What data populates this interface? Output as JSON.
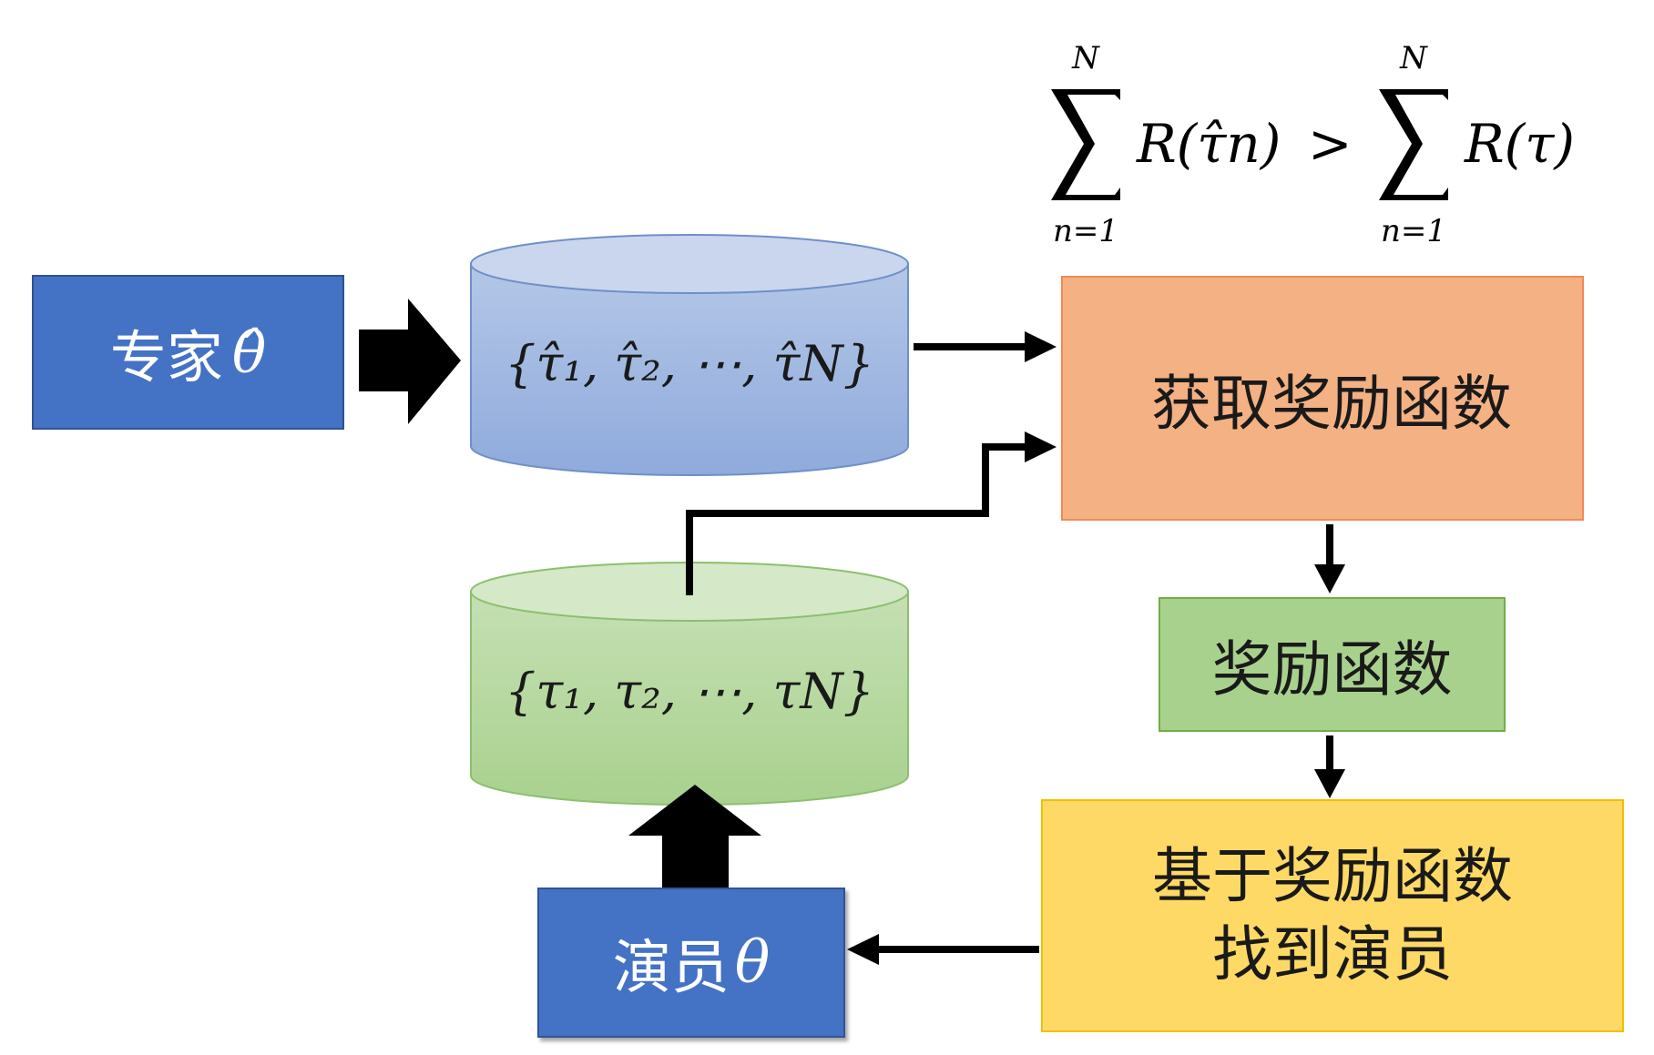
{
  "expert_box": {
    "label": "专家",
    "symbol": "θ̂"
  },
  "expert_trajectories": {
    "label": "{τ̂₁, τ̂₂, ⋯, τ̂N}"
  },
  "actor_trajectories": {
    "label": "{τ₁, τ₂, ⋯, τN}"
  },
  "actor_box": {
    "label": "演员",
    "symbol": "θ"
  },
  "get_reward_box": {
    "label": "获取奖励函数"
  },
  "reward_box": {
    "label": "奖励函数"
  },
  "find_actor_box": {
    "line1": "基于奖励函数",
    "line2": "找到演员"
  },
  "formula": {
    "upper_left": "N",
    "lower_left": "n=1",
    "term_left": "R(τ̂n)",
    "relation": ">",
    "upper_right": "N",
    "lower_right": "n=1",
    "term_right": "R(τ)"
  },
  "colors": {
    "expert": "#4472c4",
    "expert_cylinder": "#8faadc",
    "actor_cylinder": "#a9d18e",
    "get_reward": "#f4b183",
    "reward": "#a9d18e",
    "find_actor": "#ffd966",
    "arrow": "#000000"
  }
}
